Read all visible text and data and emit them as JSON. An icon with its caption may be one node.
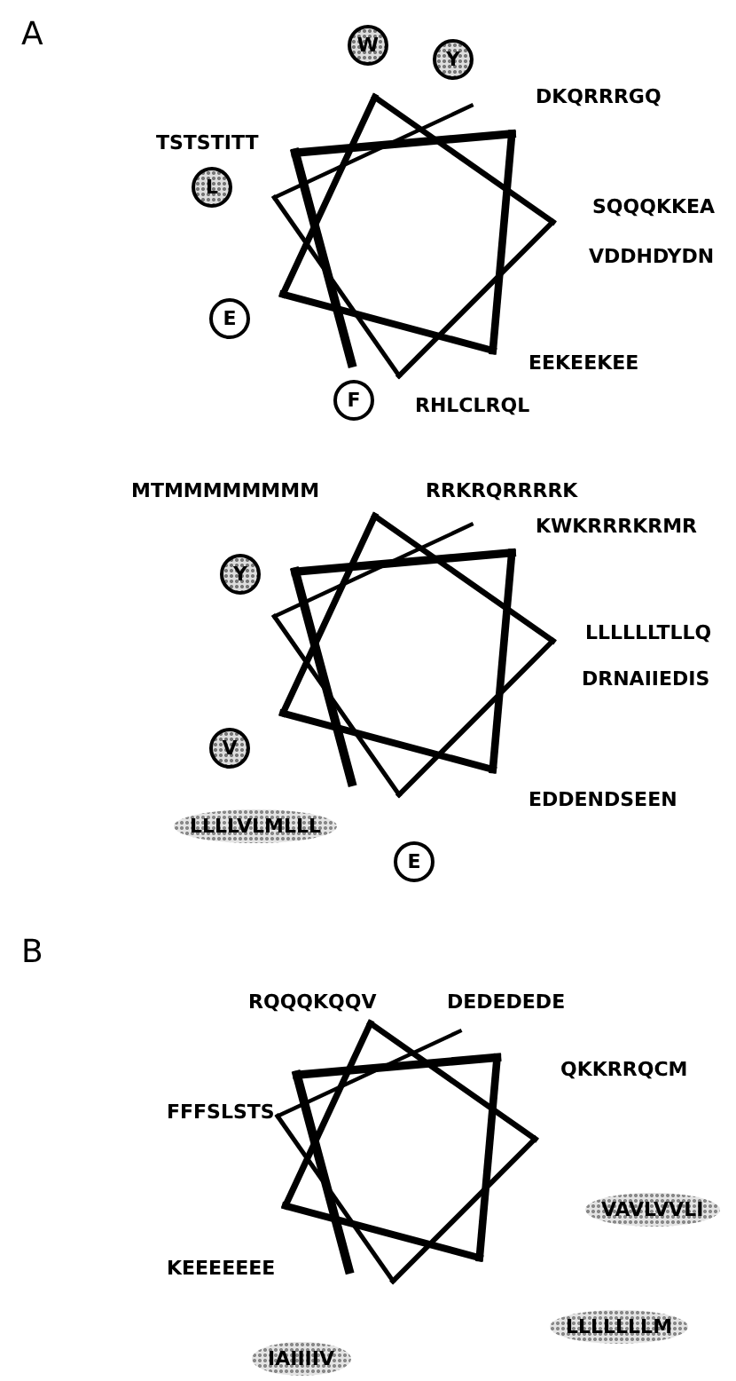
{
  "diagram": {
    "labels": [
      "A",
      "W",
      "Y",
      "DKQRRRGQ",
      "TSTSTITT",
      "L",
      "SQQQKKEA",
      "VDDHDYDN",
      "E",
      "EEKEEKEE",
      "F",
      "RHLCLRQL",
      "MTMMMMMMMM",
      "RRKRQRRRRK",
      "KWKRRRKRMR",
      "Y",
      "LLLLLLTLLQ",
      "DRNAIIEDIS",
      "V",
      "EDDENDSEEN",
      "LLLLVLMLLL",
      "E",
      "B",
      "RQQQKQQV",
      "DEDEDEDE",
      "QKKRRQCM",
      "FFFSLSTS",
      "VAVLVVLI",
      "KEEEEEEE",
      "LLLLLLLM",
      "IAIIIIV"
    ]
  }
}
